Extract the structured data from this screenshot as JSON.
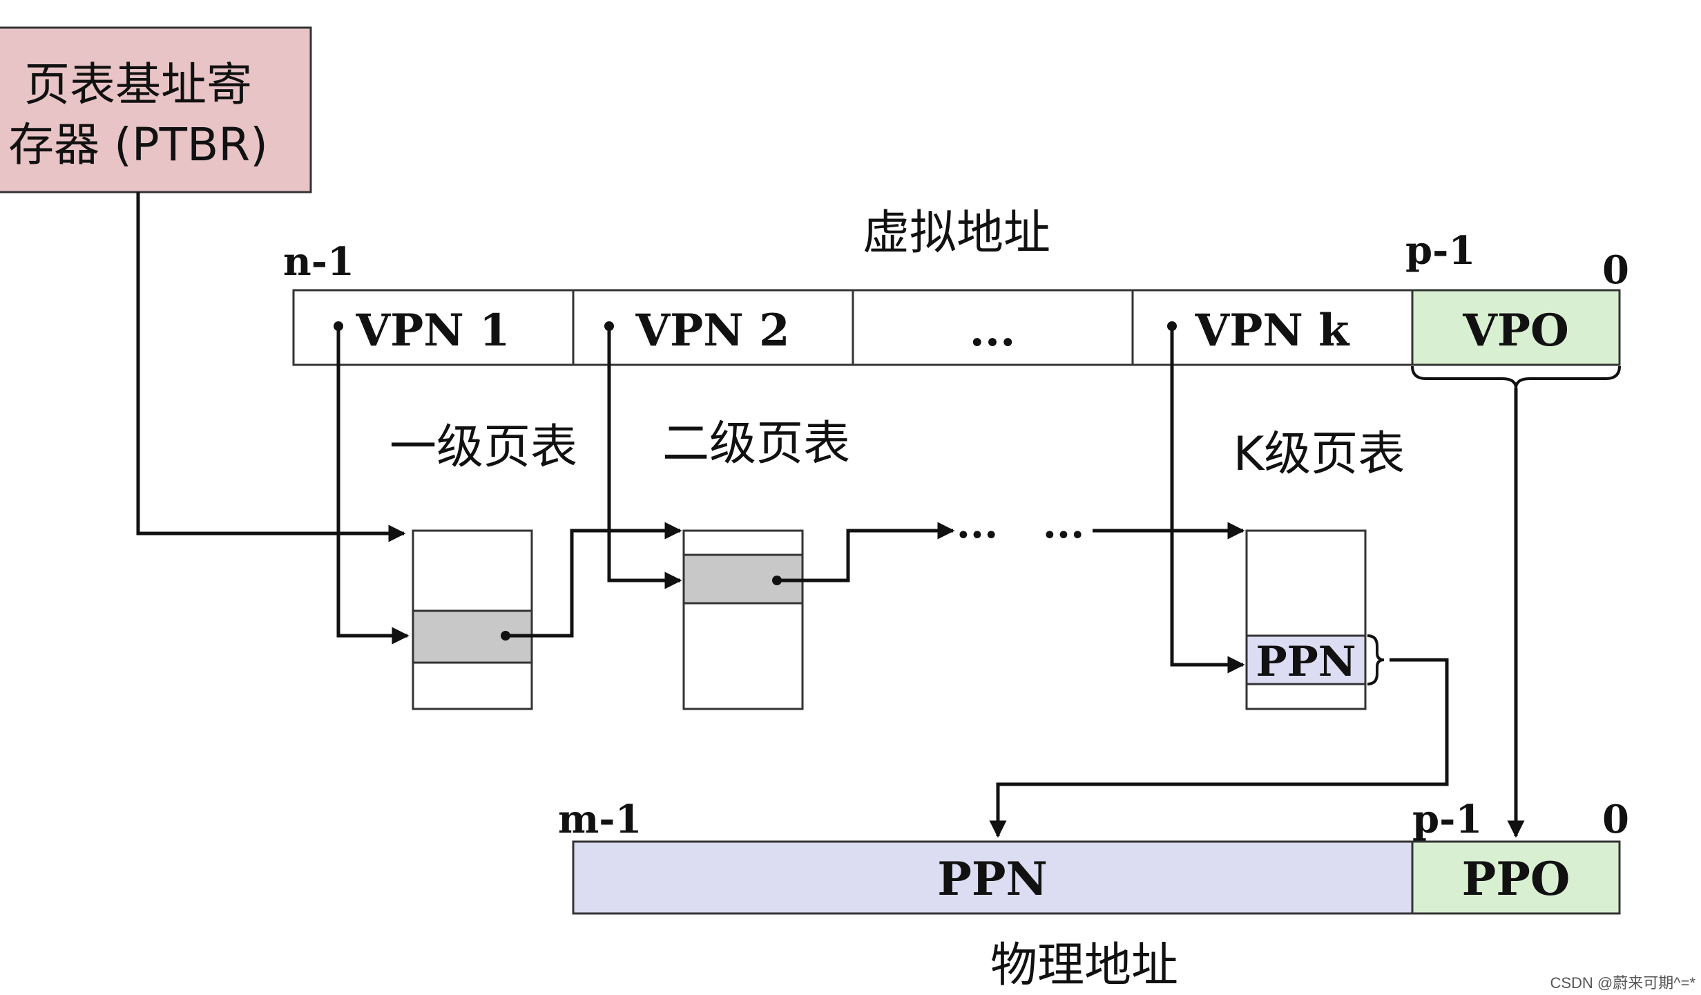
{
  "ptbr": {
    "line1": "页表基址寄",
    "line2": "存器 (PTBR)"
  },
  "virtual_address": {
    "title": "虚拟地址",
    "high_bit": "n-1",
    "vpo_high_bit": "p-1",
    "low_bit": "0",
    "fields": [
      "VPN 1",
      "VPN 2",
      "...",
      "VPN k",
      "VPO"
    ]
  },
  "page_tables": {
    "level1": "一级页表",
    "level2": "二级页表",
    "levelk": "K级页表",
    "entry_label": "PPN",
    "gap_dots_left": "...",
    "gap_dots_right": "..."
  },
  "physical_address": {
    "title": "物理地址",
    "high_bit": "m-1",
    "ppo_high_bit": "p-1",
    "low_bit": "0",
    "fields": [
      "PPN",
      "PPO"
    ]
  },
  "watermark": "CSDN @蔚来可期^=*",
  "colors": {
    "ptbr_fill": "#e8c4c6",
    "vpo_fill": "#d9efd2",
    "ppo_fill": "#d9efd2",
    "ppn_fill": "#dcdcf2",
    "entry_fill": "#c8c8c8",
    "line": "#111111"
  }
}
